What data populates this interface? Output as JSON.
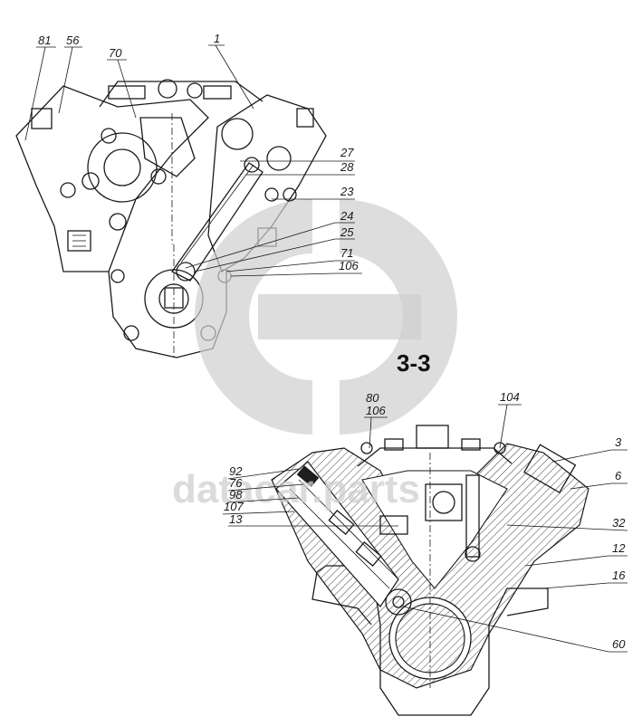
{
  "section_label": "3-3",
  "watermark": {
    "text": "datacar.parts"
  },
  "callouts_top": [
    "81",
    "56",
    "70",
    "1",
    "27",
    "28",
    "23",
    "24",
    "25",
    "71",
    "106"
  ],
  "callouts_bottom": [
    "80",
    "106",
    "104",
    "3",
    "6",
    "32",
    "12",
    "16",
    "60",
    "92",
    "76",
    "98",
    "107",
    "13"
  ]
}
